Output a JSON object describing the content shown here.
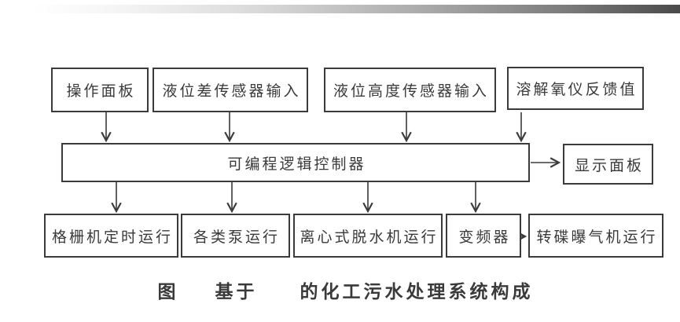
{
  "colors": {
    "line": "#3b3b3b",
    "box_border": "#3b3b3b",
    "text": "#3a3a3a",
    "topbar_gradient_end": "#4a4a4a",
    "background": "#ffffff"
  },
  "diagram": {
    "inputs": [
      {
        "label": "操作面板"
      },
      {
        "label": "液位差传感器输入"
      },
      {
        "label": "液位高度传感器输入"
      },
      {
        "label": "溶解氧仪反馈值"
      }
    ],
    "controller": {
      "label": "可编程逻辑控制器"
    },
    "display_panel": {
      "label": "显示面板"
    },
    "outputs": [
      {
        "label": "格栅机定时运行"
      },
      {
        "label": "各类泵运行"
      },
      {
        "label": "离心式脱水机运行"
      },
      {
        "label": "变频器"
      },
      {
        "label": "转碟曝气机运行"
      }
    ]
  },
  "caption": {
    "word_figure": "图",
    "word_based_on": "基于",
    "word_rest": "的化工污水处理系统构成"
  }
}
